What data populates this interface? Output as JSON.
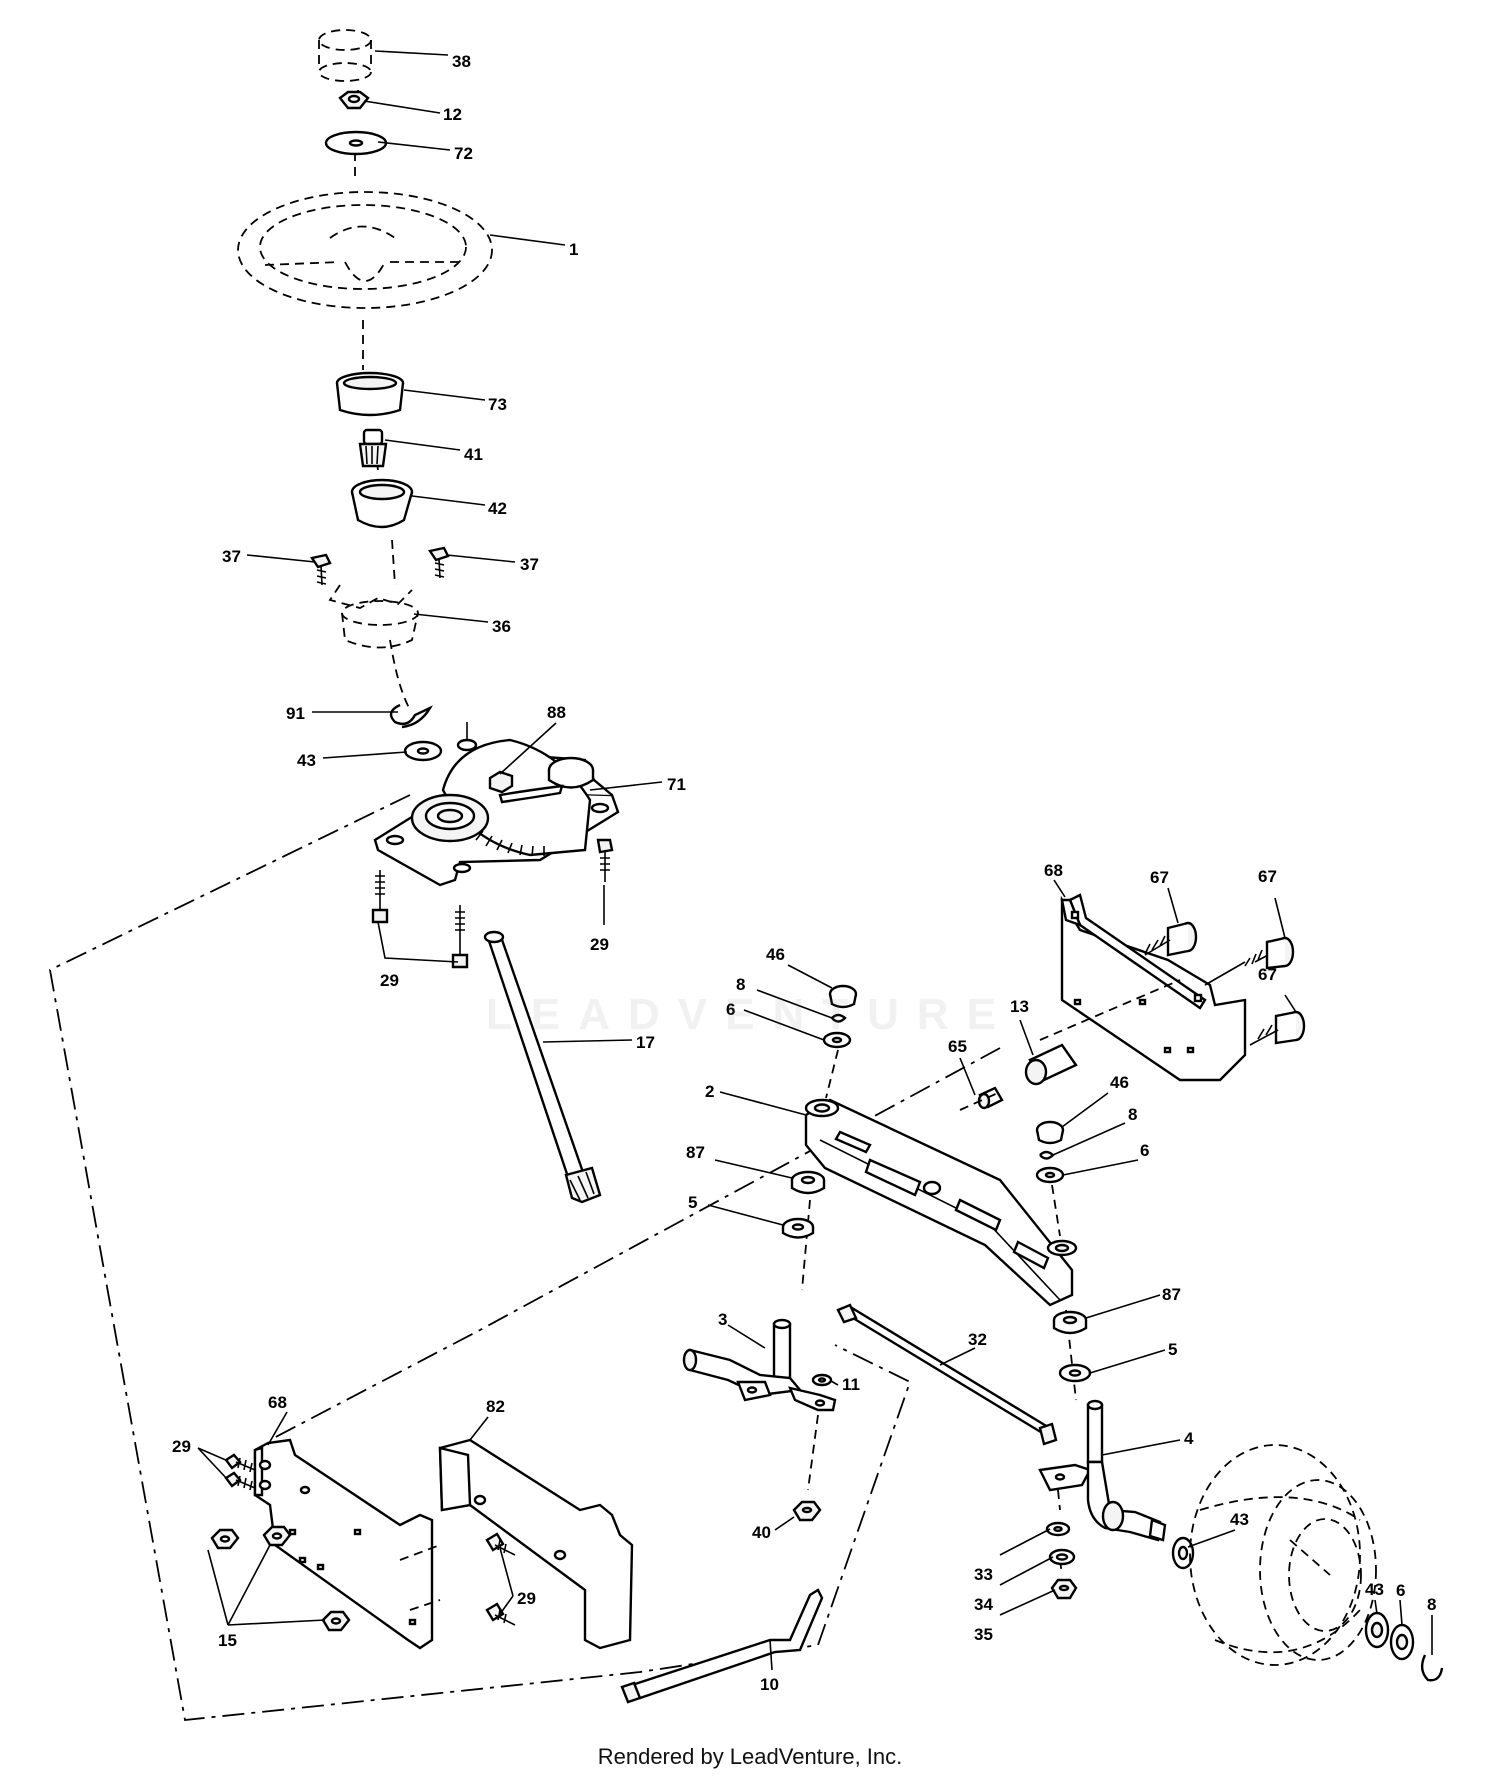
{
  "diagram": {
    "callouts": [
      {
        "id": "38",
        "text": "38"
      },
      {
        "id": "12",
        "text": "12"
      },
      {
        "id": "72",
        "text": "72"
      },
      {
        "id": "1",
        "text": "1"
      },
      {
        "id": "73",
        "text": "73"
      },
      {
        "id": "41",
        "text": "41"
      },
      {
        "id": "42",
        "text": "42"
      },
      {
        "id": "37a",
        "text": "37"
      },
      {
        "id": "37b",
        "text": "37"
      },
      {
        "id": "36",
        "text": "36"
      },
      {
        "id": "91",
        "text": "91"
      },
      {
        "id": "88",
        "text": "88"
      },
      {
        "id": "43a",
        "text": "43"
      },
      {
        "id": "71",
        "text": "71"
      },
      {
        "id": "29a",
        "text": "29"
      },
      {
        "id": "29b",
        "text": "29"
      },
      {
        "id": "17",
        "text": "17"
      },
      {
        "id": "68a",
        "text": "68"
      },
      {
        "id": "67a",
        "text": "67"
      },
      {
        "id": "67b",
        "text": "67"
      },
      {
        "id": "67c",
        "text": "67"
      },
      {
        "id": "46a",
        "text": "46"
      },
      {
        "id": "8a",
        "text": "8"
      },
      {
        "id": "6a",
        "text": "6"
      },
      {
        "id": "13",
        "text": "13"
      },
      {
        "id": "65",
        "text": "65"
      },
      {
        "id": "2",
        "text": "2"
      },
      {
        "id": "46b",
        "text": "46"
      },
      {
        "id": "8b",
        "text": "8"
      },
      {
        "id": "6b",
        "text": "6"
      },
      {
        "id": "87a",
        "text": "87"
      },
      {
        "id": "5a",
        "text": "5"
      },
      {
        "id": "87b",
        "text": "87"
      },
      {
        "id": "5b",
        "text": "5"
      },
      {
        "id": "3",
        "text": "3"
      },
      {
        "id": "32",
        "text": "32"
      },
      {
        "id": "11",
        "text": "11"
      },
      {
        "id": "4",
        "text": "4"
      },
      {
        "id": "68b",
        "text": "68"
      },
      {
        "id": "82",
        "text": "82"
      },
      {
        "id": "29c",
        "text": "29"
      },
      {
        "id": "29d",
        "text": "29"
      },
      {
        "id": "40",
        "text": "40"
      },
      {
        "id": "43b",
        "text": "43"
      },
      {
        "id": "43c",
        "text": "43"
      },
      {
        "id": "6c",
        "text": "6"
      },
      {
        "id": "8c",
        "text": "8"
      },
      {
        "id": "33",
        "text": "33"
      },
      {
        "id": "34",
        "text": "34"
      },
      {
        "id": "35",
        "text": "35"
      },
      {
        "id": "15",
        "text": "15"
      },
      {
        "id": "10",
        "text": "10"
      }
    ],
    "watermark_text": "LEADVENTURE",
    "footer_text": "Rendered by LeadVenture, Inc."
  }
}
